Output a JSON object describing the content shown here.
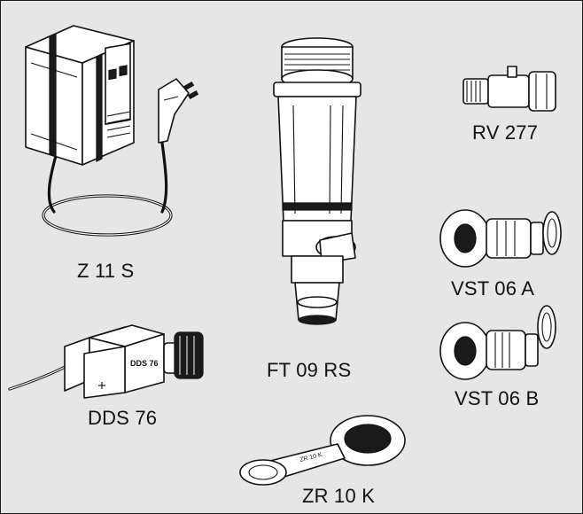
{
  "items": [
    {
      "id": "z11s",
      "label": "Z 11 S"
    },
    {
      "id": "ft09rs",
      "label": "FT 09 RS"
    },
    {
      "id": "rv277",
      "label": "RV 277"
    },
    {
      "id": "vst06a",
      "label": "VST 06 A"
    },
    {
      "id": "vst06b",
      "label": "VST 06 B"
    },
    {
      "id": "dds76",
      "label": "DDS 76"
    },
    {
      "id": "zr10k",
      "label": "ZR 10 K"
    }
  ],
  "device_text": {
    "dds_tag": "DDS 76"
  }
}
